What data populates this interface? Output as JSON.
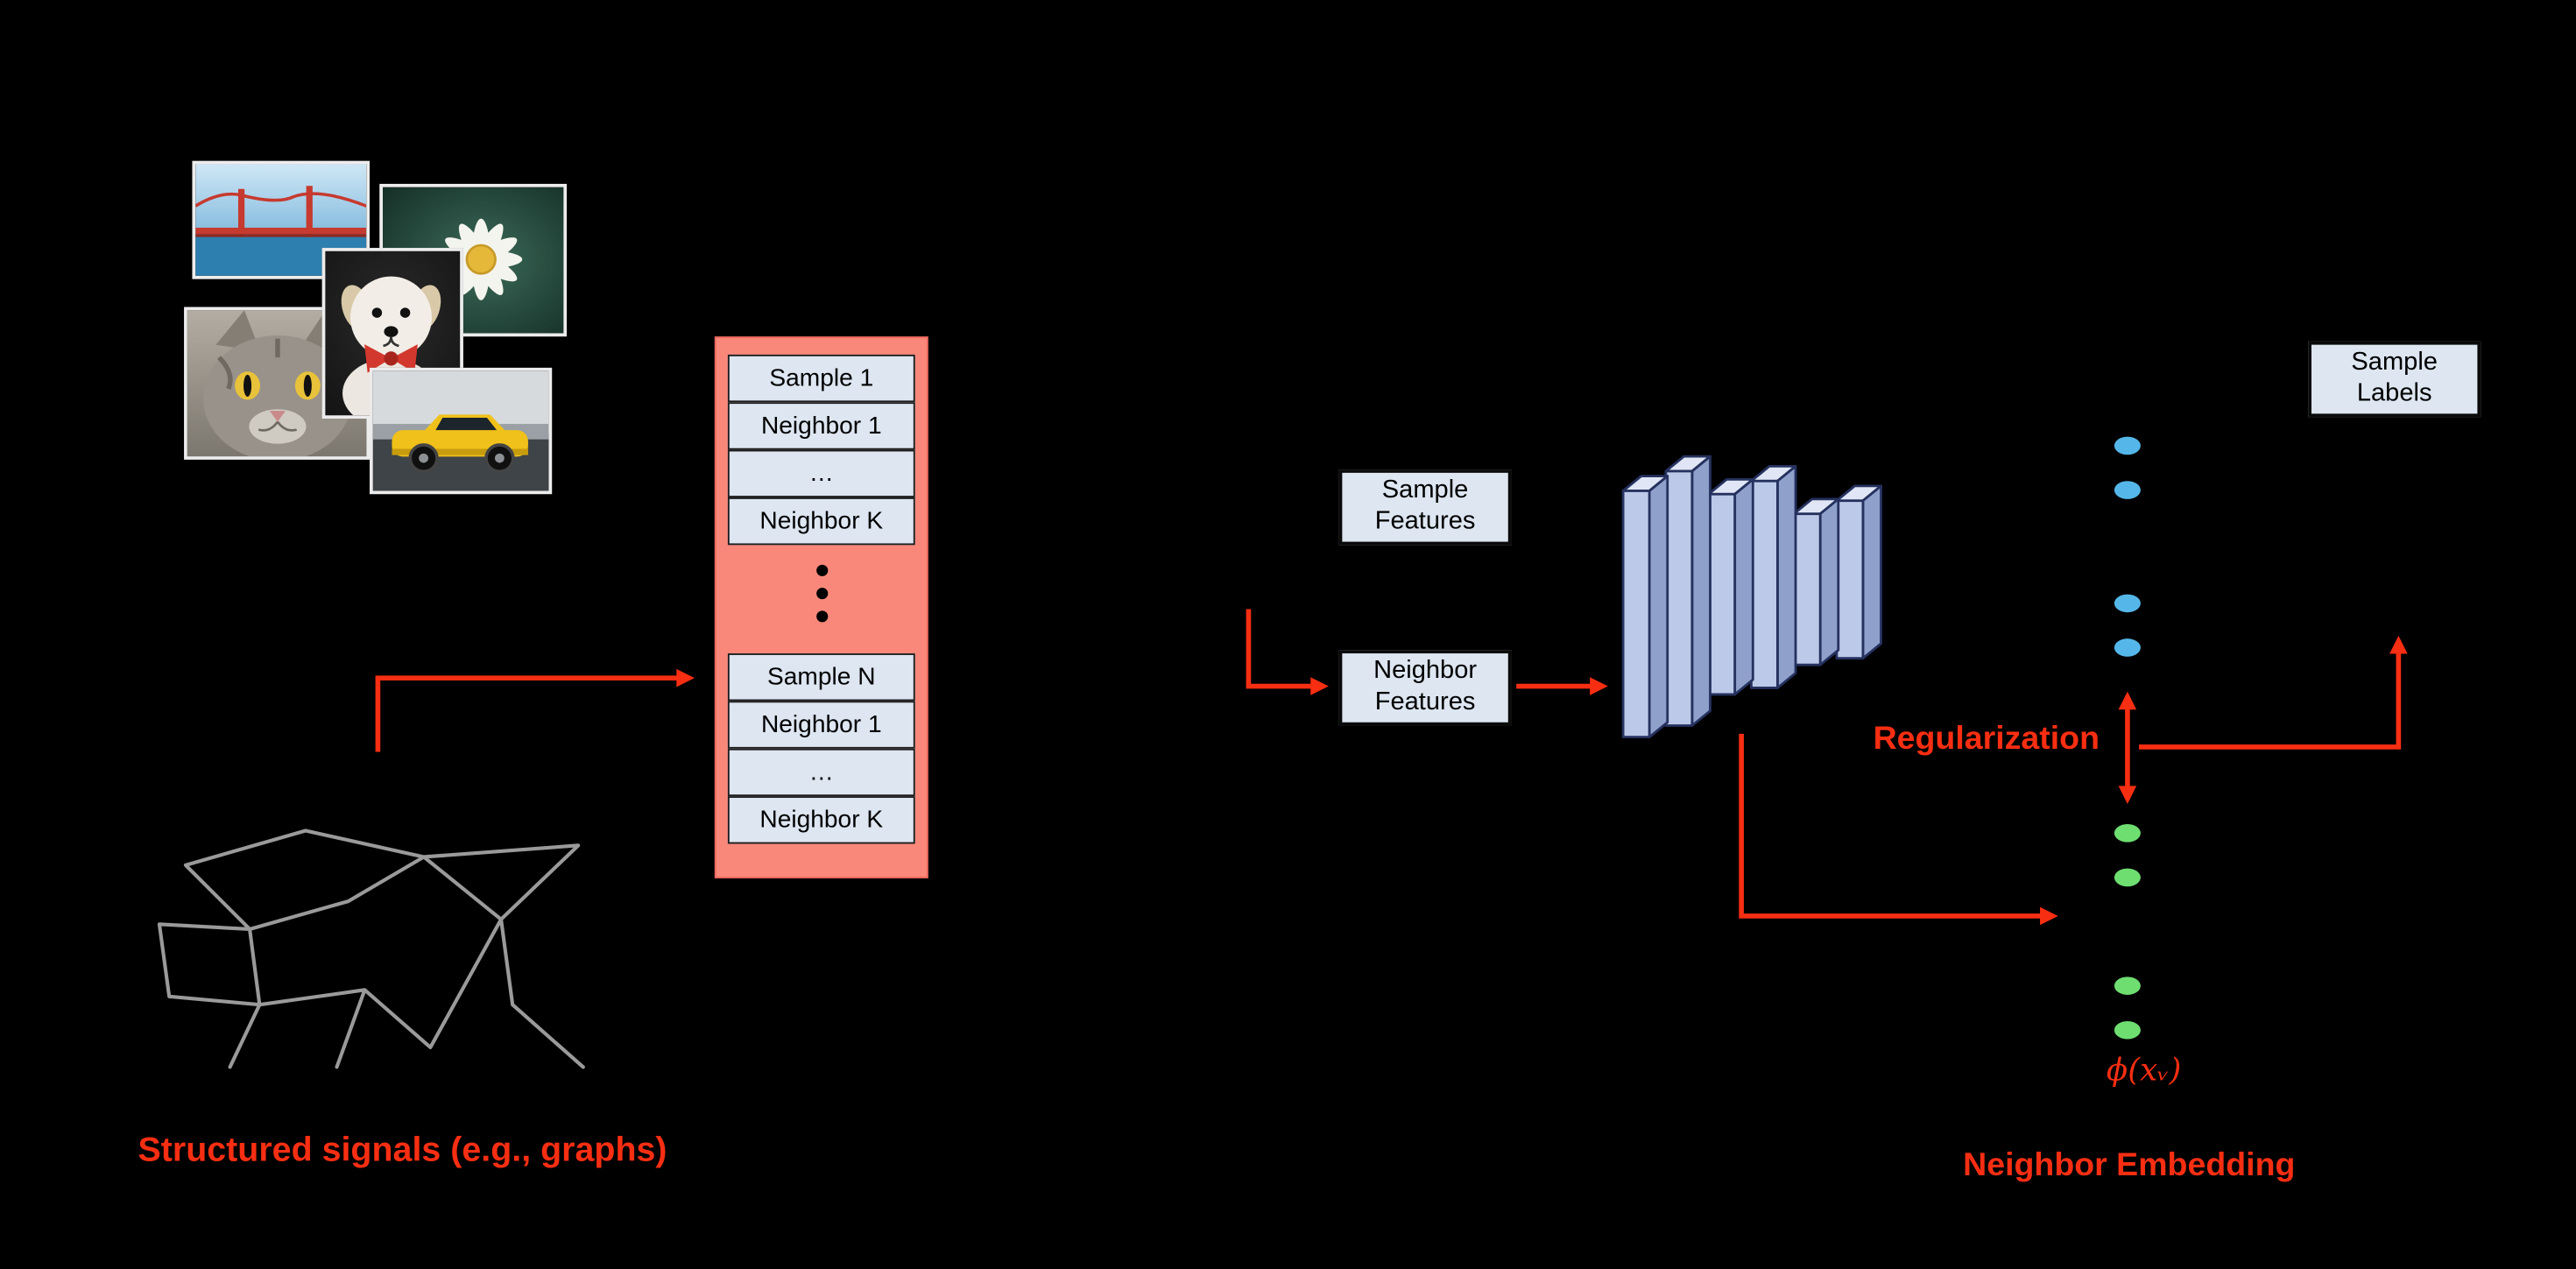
{
  "diagram": {
    "structured_signals_label": "Structured signals (e.g., graphs)",
    "batch": {
      "rows": [
        "Sample 1",
        "Neighbor 1",
        "…",
        "Neighbor K",
        "Sample N",
        "Neighbor 1",
        "…",
        "Neighbor K"
      ]
    },
    "features": {
      "sample": "Sample\nFeatures",
      "neighbor": "Neighbor\nFeatures"
    },
    "labels_box": "Sample\nLabels",
    "regularization_label": "Regularization",
    "neighbor_embedding_label": "Neighbor Embedding",
    "phi_label": "ϕ(xᵥ)",
    "photos": [
      "golden-gate-bridge",
      "daisy-flower",
      "gray-cat",
      "puppy-with-red-bow",
      "yellow-sports-car"
    ],
    "colors": {
      "background": "#000000",
      "accent_red": "#f72e12",
      "batch_fill": "#f9887b",
      "cell_fill": "#dde6f1",
      "sample_dot_blue": "#55b7e9",
      "neighbor_dot_green": "#6ede71",
      "graph_edge_gray": "#9a9a9a",
      "nn_layer_fill": "#bcc9e8"
    }
  }
}
